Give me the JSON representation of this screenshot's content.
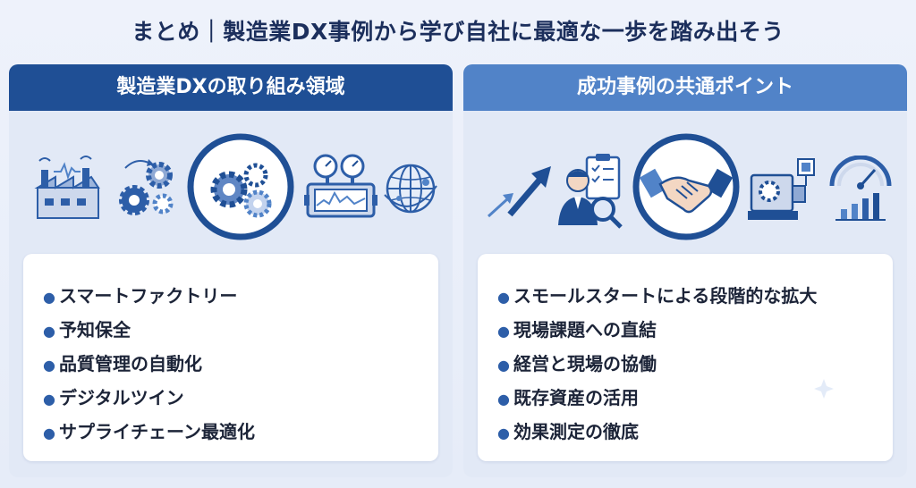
{
  "title": "まとめ｜製造業DX事例から学び自社に最適な一歩を踏み出そう",
  "colors": {
    "primary": "#1f4f95",
    "secondary": "#5183c8",
    "text": "#1c2438",
    "bg": "#e2e9f6"
  },
  "left": {
    "header": "製造業DXの取り組み領域",
    "icons": [
      "smart-factory-icon",
      "gears-icon",
      "gears-highlight-icon",
      "gauges-icon",
      "globe-icon"
    ],
    "items": [
      "スマートファクトリー",
      "予知保全",
      "品質管理の自動化",
      "デジタルツイン",
      "サプライチェーン最適化"
    ]
  },
  "right": {
    "header": "成功事例の共通ポイント",
    "icons": [
      "growth-arrows-icon",
      "consultant-icon",
      "handshake-icon",
      "machine-icon",
      "performance-gauge-icon"
    ],
    "items": [
      "スモールスタートによる段階的な拡大",
      "現場課題への直結",
      "経営と現場の協働",
      "既存資産の活用",
      "効果測定の徹底"
    ]
  }
}
